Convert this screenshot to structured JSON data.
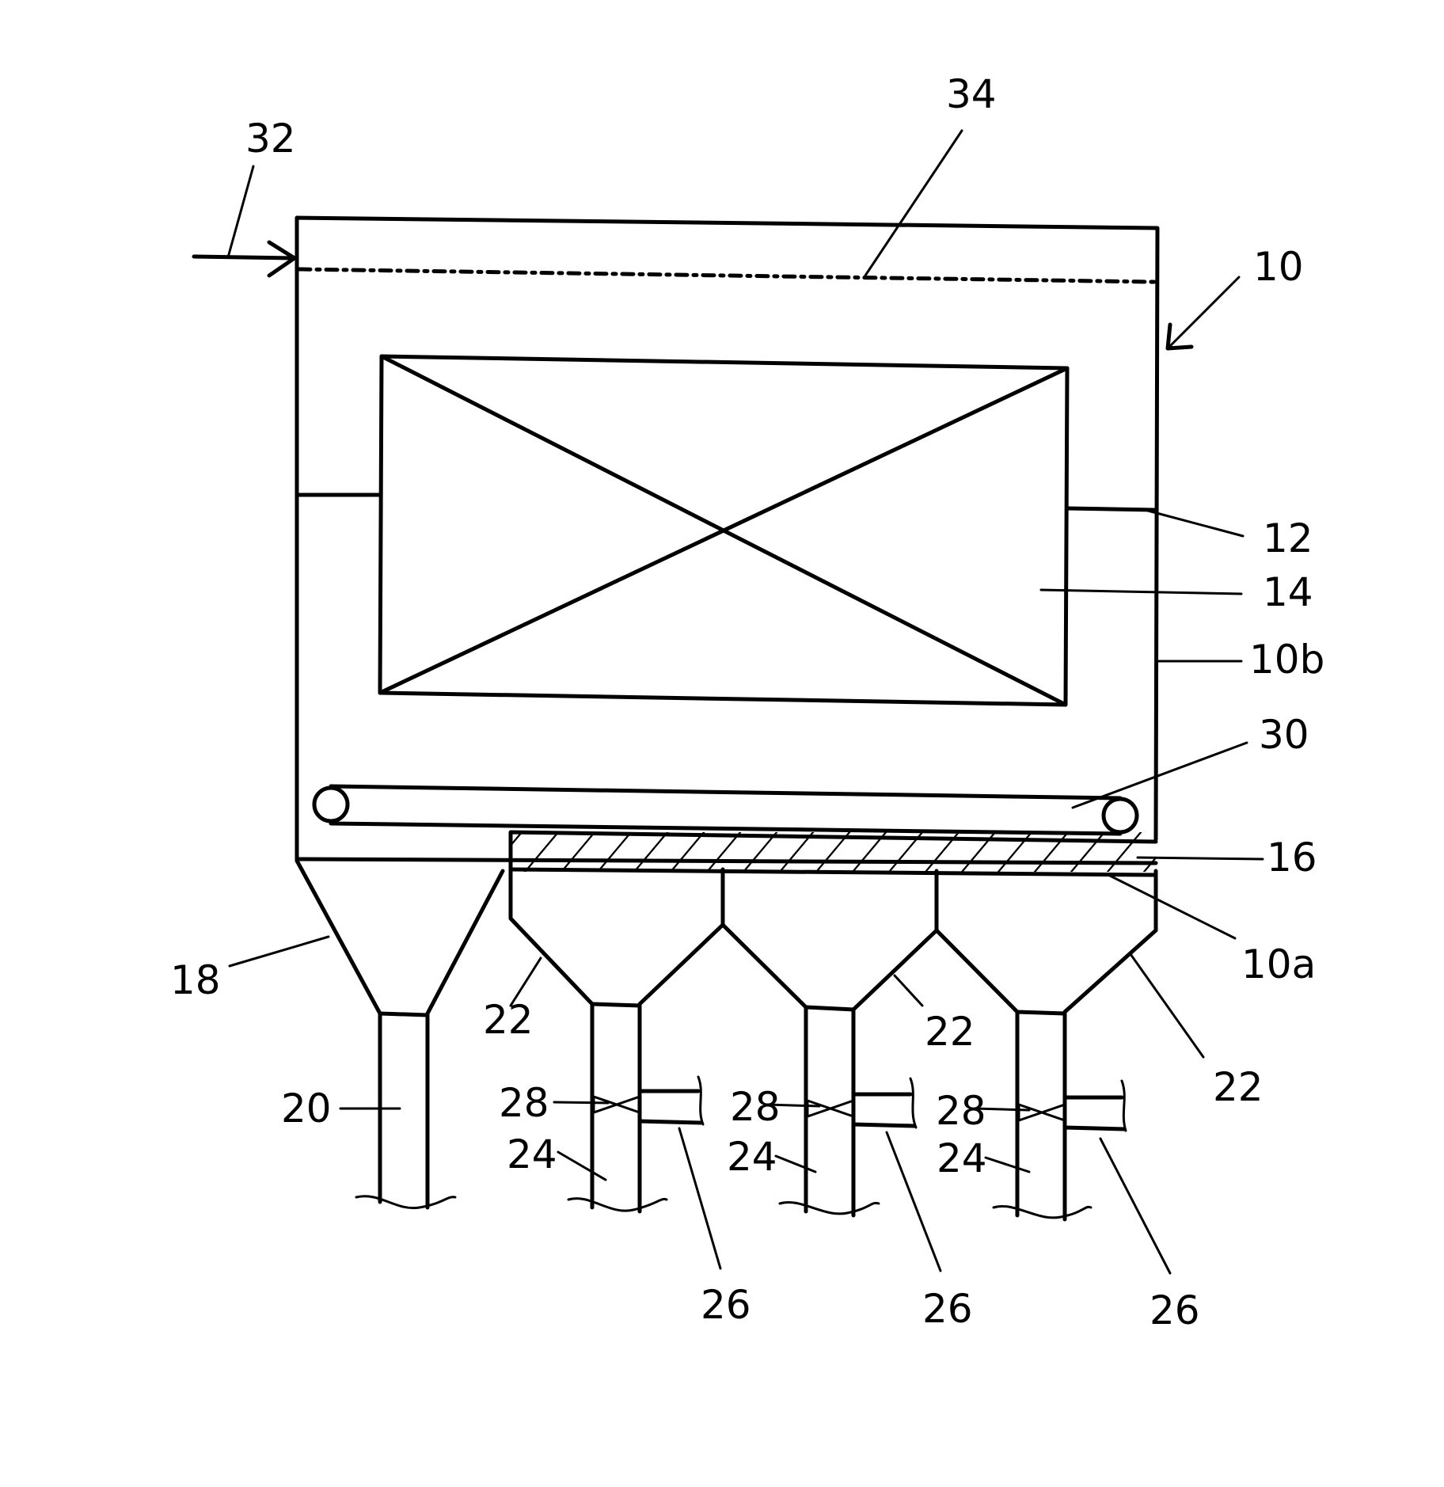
{
  "figure": {
    "labels": {
      "inlet_arrow": "32",
      "perforated_plate": "34",
      "apparatus": "10",
      "frame": "12",
      "filter_bank": "14",
      "upper_section": "10b",
      "conveyor": "30",
      "grate": "16",
      "lower_section": "10a",
      "main_hopper": "18",
      "main_outlet_pipe": "20",
      "hopper_1": "22",
      "hopper_2": "22",
      "hopper_3": "22",
      "valve_1": "28",
      "valve_2": "28",
      "valve_3": "28",
      "outlet_pipe_1": "24",
      "outlet_pipe_2": "24",
      "outlet_pipe_3": "24",
      "branch_pipe_1": "26",
      "branch_pipe_2": "26",
      "branch_pipe_3": "26"
    },
    "colors": {
      "line": "#000000",
      "background": "#ffffff"
    }
  }
}
